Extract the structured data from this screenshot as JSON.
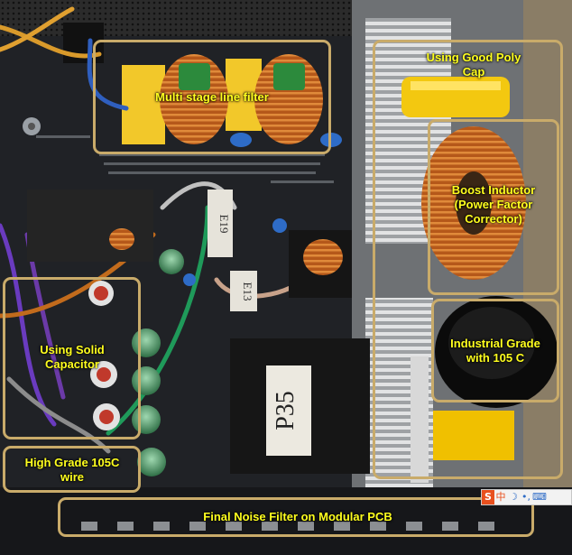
{
  "callouts": {
    "line_filter": "Multi stage line filter",
    "poly_cap": "Using Good Poly\nCap",
    "boost_inductor": "Boost Inductor\n(Power Factor\nCorrector)",
    "industrial_cap": "Industrial Grade\nwith 105 C",
    "solid_cap": "Using Solid\nCapacitor",
    "wire": "High Grade 105C\nwire",
    "noise_filter": "Final Noise Filter on Modular PCB"
  },
  "board_marks": {
    "transformer": "P35",
    "chip_label_1": "E19",
    "chip_label_2": "E13"
  },
  "ime_toolbar": {
    "logo": "S",
    "lang": "中",
    "moon": "☽",
    "punct": "•,",
    "keyboard": "⌨"
  },
  "colors": {
    "callout_border": "#c9ab6a",
    "label_text": "#ffff1e",
    "pcb": "#1c1d1f",
    "copper": "#c46a1e",
    "heatsink": "#c9c9c9",
    "film_cap": "#f0c000"
  }
}
